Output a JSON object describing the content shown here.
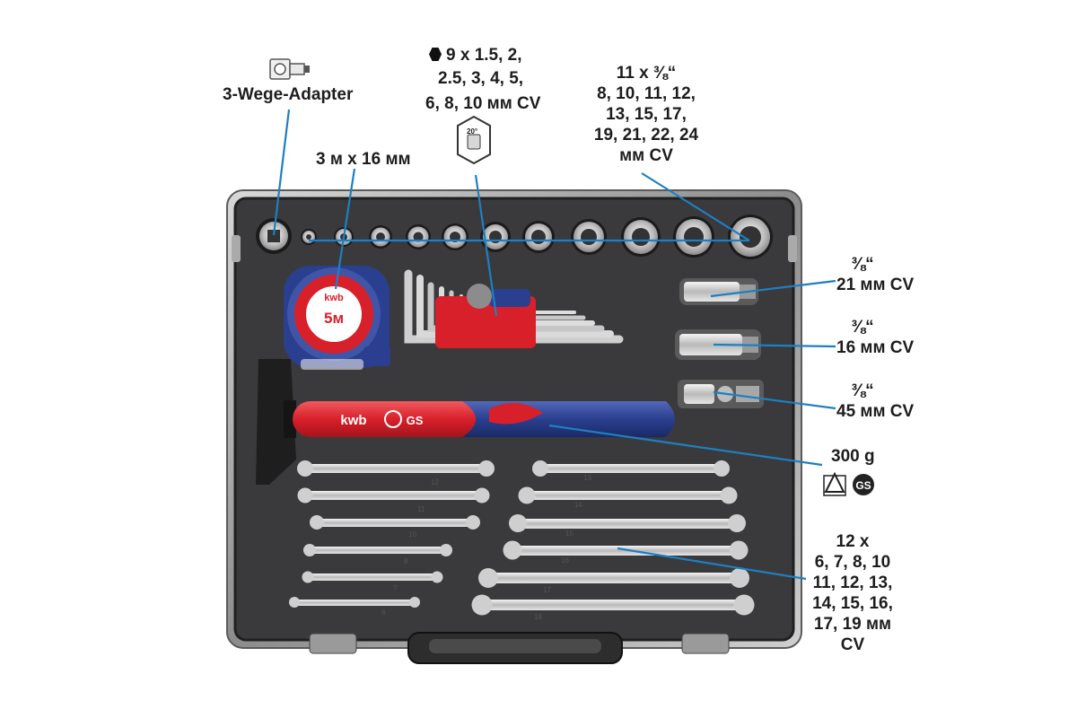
{
  "adapter": {
    "label": "3-Wege-Adapter",
    "icon": "adapter-icon"
  },
  "tape_measure": {
    "spec": "3 м x 16 мм",
    "brand": "kwb",
    "size": "5м"
  },
  "hex_keys": {
    "bullet_icon": "hex-icon",
    "lines": [
      "9 x 1.5, 2,",
      "2.5, 3, 4, 5,",
      "6, 8, 10 мм CV"
    ],
    "angle_badge": "20°"
  },
  "sockets": {
    "lines": [
      "11 x ⅜“",
      "8, 10, 11, 12,",
      "13, 15, 17,",
      "19, 21, 22, 24",
      "мм CV"
    ]
  },
  "deep_socket": {
    "drive": "⅜“",
    "spec": "21 мм CV"
  },
  "spark_socket": {
    "drive": "⅜“",
    "spec": "16 мм CV"
  },
  "joint": {
    "drive": "⅜“",
    "spec": "45 мм CV"
  },
  "hammer": {
    "weight": "300 g",
    "brand": "kwb",
    "certification": "GS",
    "certification_icon": "gs-mark-icon"
  },
  "wrenches": {
    "lines": [
      "12 x",
      "6, 7, 8, 10",
      "11, 12, 13,",
      "14, 15, 16,",
      "17, 19 мм",
      "CV"
    ],
    "left_sizes": [
      "12",
      "11",
      "10",
      "8",
      "7",
      "6"
    ],
    "right_sizes": [
      "13",
      "14",
      "15",
      "16",
      "17",
      "19"
    ]
  },
  "colors": {
    "accent_red": "#d8202a",
    "accent_blue": "#2a3f8f",
    "callout_line": "#1e7fc1",
    "foam": "#3a3a3c"
  }
}
